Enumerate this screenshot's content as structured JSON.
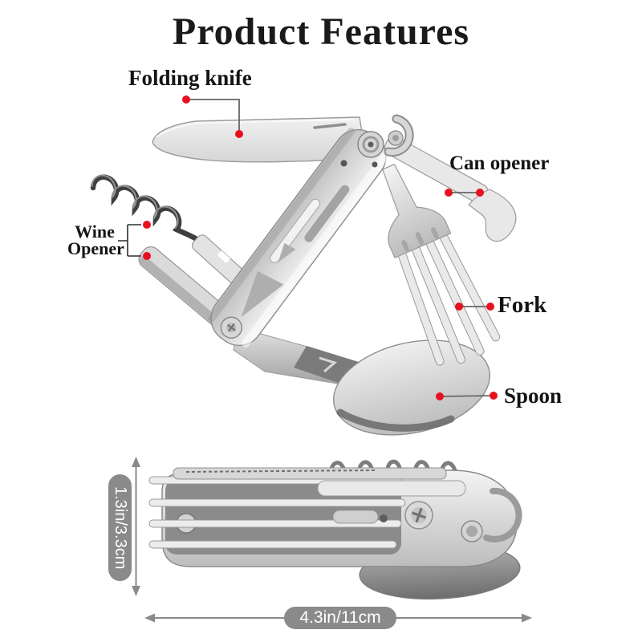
{
  "title": "Product Features",
  "labels": {
    "folding_knife": "Folding knife",
    "can_opener": "Can opener",
    "wine_opener_line1": "Wine",
    "wine_opener_line2": "Opener",
    "fork": "Fork",
    "spoon": "Spoon"
  },
  "dimensions": {
    "height": "1.3in/3.3cm",
    "length": "4.3in/11cm"
  },
  "colors": {
    "accent_red": "#e8101e",
    "connector_gray": "#666666",
    "bracket_dark": "#2f2f2f",
    "dimension_gray": "#8a8a8a",
    "text_black": "#141414",
    "steel_light": "#efefef",
    "steel_dark": "#9f9f9f"
  }
}
